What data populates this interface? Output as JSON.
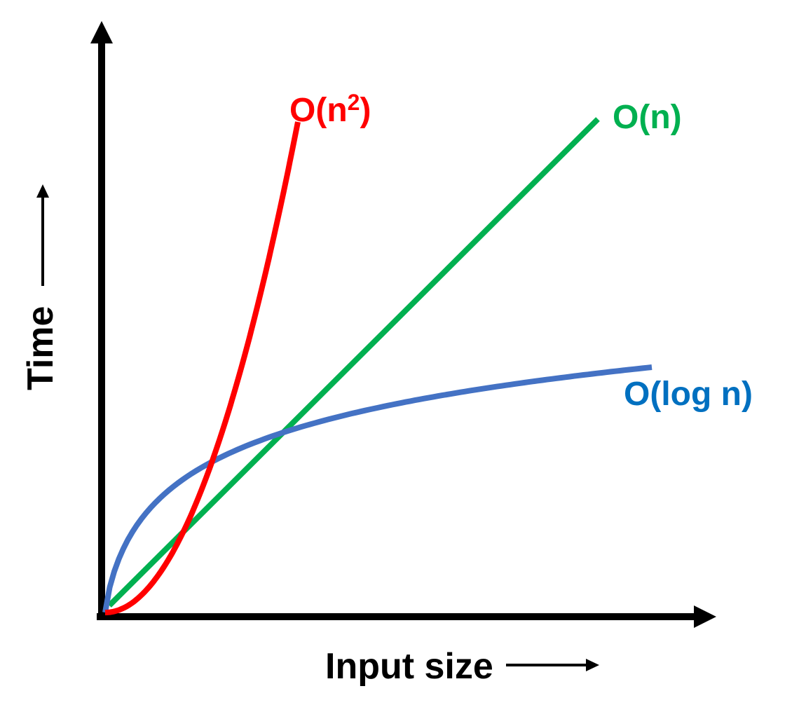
{
  "chart_data": {
    "type": "line",
    "title": "",
    "xlabel": "Input size",
    "ylabel": "Time",
    "grid": false,
    "legend": "none",
    "series": [
      {
        "name": "O(n)",
        "color": "#00b050",
        "function": "linear"
      },
      {
        "name": "O(log n)",
        "color": "#4472c4",
        "label_color": "#0070c0",
        "function": "logarithmic"
      },
      {
        "name": "O(n²)",
        "label_base": "O(n",
        "label_sup": "2",
        "label_close": ")",
        "color": "#ff0000",
        "function": "quadratic"
      }
    ]
  }
}
